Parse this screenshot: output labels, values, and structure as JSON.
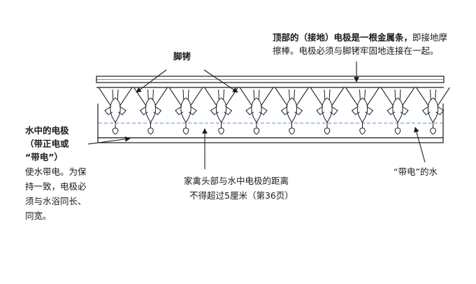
{
  "labels": {
    "shackles": "脚铐",
    "top_electrode": [
      "顶部的（接地）电极是一根金属条，",
      "即接地摩",
      "擦棒。电极必须与脚铐牢固地连接在一起。"
    ],
    "water_electrode_bold": [
      "水中的电极",
      "（带正电或",
      "“带电”）"
    ],
    "water_electrode_desc": [
      "使水带电。为保",
      "持一致，电极必",
      "须与水浴同长、",
      "同宽。"
    ],
    "distance": [
      "家禽头部与水中电极的距离",
      "不得超过5厘米（第36页）"
    ],
    "charged_water": "“带电”的水"
  },
  "colors": {
    "line": "#1a1a1a",
    "water": "#8fb6dc"
  },
  "bird_count": 10
}
